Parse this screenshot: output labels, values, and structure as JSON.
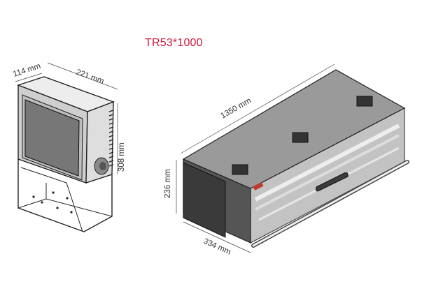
{
  "title": "TR53*1000",
  "monitor": {
    "depth_label": "114 mm",
    "width_label": "221 mm",
    "height_label": "308 mm"
  },
  "module": {
    "length_label": "1350 mm",
    "height_label": "236 mm",
    "depth_label": "334 mm"
  }
}
